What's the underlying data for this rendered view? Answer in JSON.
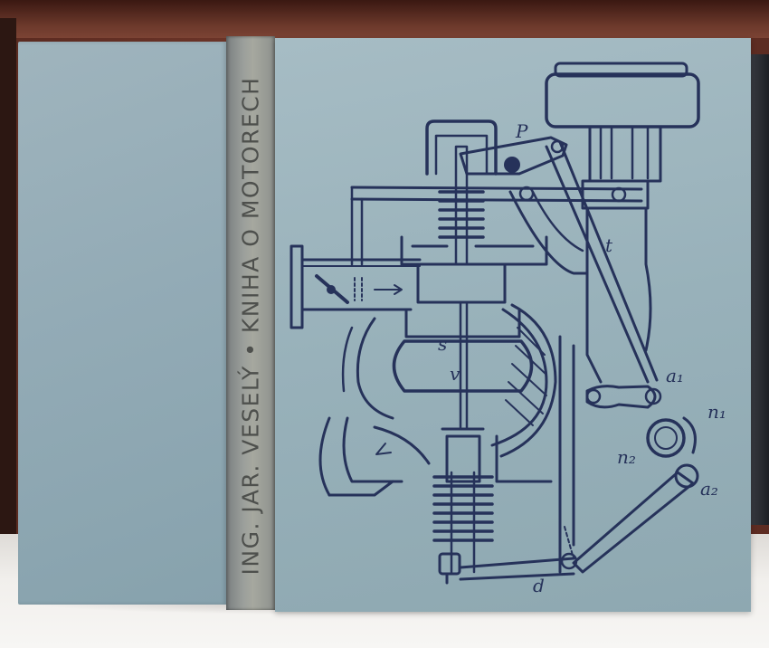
{
  "book": {
    "spine_title": "ING. JAR. VESELÝ • KNIHA O MOTORECH"
  },
  "diagram": {
    "labels": {
      "p": "P",
      "t": "t",
      "s": "s",
      "v": "v",
      "a1": "a₁",
      "n1": "n₁",
      "n2": "n₂",
      "a2": "a₂",
      "d": "d"
    }
  },
  "colors": {
    "cover": "#98b1ba",
    "spine": "#9b9f9b",
    "ink": "#26325a",
    "shelf": "#6b3428"
  }
}
